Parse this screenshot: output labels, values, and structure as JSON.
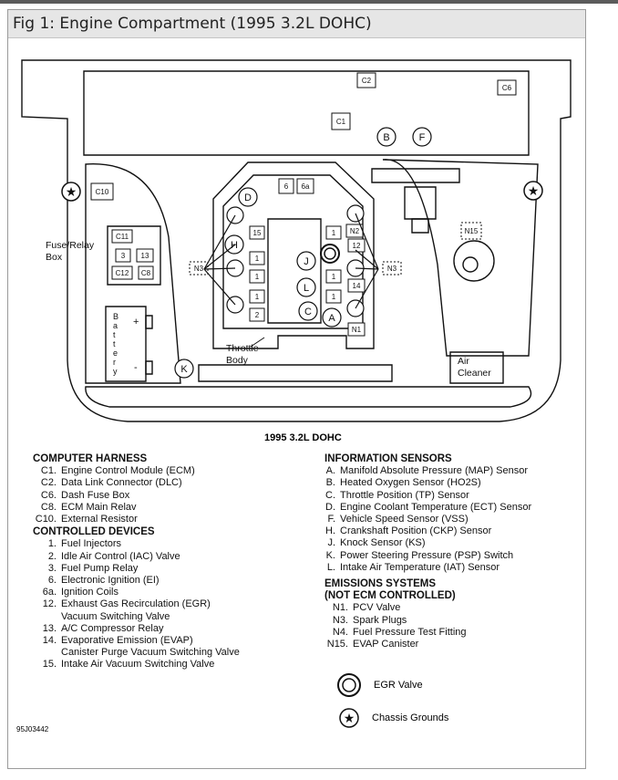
{
  "title": "Fig 1: Engine Compartment (1995 3.2L DOHC)",
  "caption": "1995 3.2L DOHC",
  "figure_code": "95J03442",
  "diagram_labels": {
    "c2": "C2",
    "c6": "C6",
    "c1": "C1",
    "c10": "C10",
    "b": "B",
    "f": "F",
    "d": "D",
    "h": "H",
    "j": "J",
    "l": "L",
    "c": "C",
    "a": "A",
    "k": "K",
    "n15": "N15",
    "n2": "N2",
    "n3_left": "N3",
    "n3_right": "N3",
    "n1": "N1",
    "c11": "C11",
    "r3": "3",
    "r13": "13",
    "c12": "C12",
    "c8": "C8",
    "b6": "6",
    "b6a": "6a",
    "b15": "15",
    "b1a": "1",
    "b1b": "1",
    "b1c": "1",
    "b1d": "1",
    "b2": "2",
    "r1": "1",
    "r12": "12",
    "r1b": "1",
    "r14": "14",
    "r1c": "1",
    "fuse_relay_box": "Fuse/Relay\nBox",
    "throttle_body": "Throttle\nBody",
    "air_cleaner": "Air\nCleaner",
    "battery": [
      "B",
      "a",
      "t",
      "t",
      "e",
      "r",
      "y"
    ],
    "plus": "+",
    "minus": "-"
  },
  "legend": {
    "computer_harness": {
      "heading": "COMPUTER HARNESS",
      "items": [
        {
          "code": "C1.",
          "text": "Engine Control Module (ECM)"
        },
        {
          "code": "C2.",
          "text": "Data Link Connector (DLC)"
        },
        {
          "code": "C6.",
          "text": "Dash Fuse Box"
        },
        {
          "code": "C8.",
          "text": "ECM Main Relav"
        },
        {
          "code": "C10.",
          "text": "External Resistor"
        }
      ]
    },
    "controlled_devices": {
      "heading": "CONTROLLED DEVICES",
      "items": [
        {
          "code": "1.",
          "text": "Fuel Injectors"
        },
        {
          "code": "2.",
          "text": "Idle Air Control (IAC) Valve"
        },
        {
          "code": "3.",
          "text": "Fuel Pump Relay"
        },
        {
          "code": "6.",
          "text": "Electronic Ignition (EI)"
        },
        {
          "code": "6a.",
          "text": "Ignition Coils"
        },
        {
          "code": "12.",
          "text": "Exhaust Gas Recirculation (EGR)",
          "cont": "Vacuum Switching Valve"
        },
        {
          "code": "13.",
          "text": "A/C Compressor Relay"
        },
        {
          "code": "14.",
          "text": "Evaporative Emission (EVAP)",
          "cont": "Canister Purge Vacuum Switching Valve"
        },
        {
          "code": "15.",
          "text": "Intake Air Vacuum Switching Valve"
        }
      ]
    },
    "information_sensors": {
      "heading": "INFORMATION SENSORS",
      "items": [
        {
          "code": "A.",
          "text": "Manifold Absolute Pressure (MAP) Sensor"
        },
        {
          "code": "B.",
          "text": "Heated Oxygen Sensor (HO2S)"
        },
        {
          "code": "C.",
          "text": "Throttle Position (TP) Sensor"
        },
        {
          "code": "D.",
          "text": "Engine Coolant Temperature (ECT) Sensor"
        },
        {
          "code": "F.",
          "text": "Vehicle Speed Sensor (VSS)"
        },
        {
          "code": "H.",
          "text": "Crankshaft Position (CKP) Sensor"
        },
        {
          "code": "J.",
          "text": "Knock Sensor (KS)"
        },
        {
          "code": "K.",
          "text": "Power Steering Pressure (PSP) Switch"
        },
        {
          "code": "L.",
          "text": "Intake Air Temperature (IAT) Sensor"
        }
      ]
    },
    "emissions": {
      "heading_line1": "EMISSIONS SYSTEMS",
      "heading_line2": "(NOT ECM CONTROLLED)",
      "items": [
        {
          "code": "N1.",
          "text": "PCV Valve"
        },
        {
          "code": "N3.",
          "text": "Spark Plugs"
        },
        {
          "code": "N4.",
          "text": "Fuel Pressure Test Fitting"
        },
        {
          "code": "N15.",
          "text": "EVAP Canister"
        }
      ]
    },
    "symbols": {
      "egr_valve": "EGR Valve",
      "chassis_grounds": "Chassis Grounds"
    }
  }
}
